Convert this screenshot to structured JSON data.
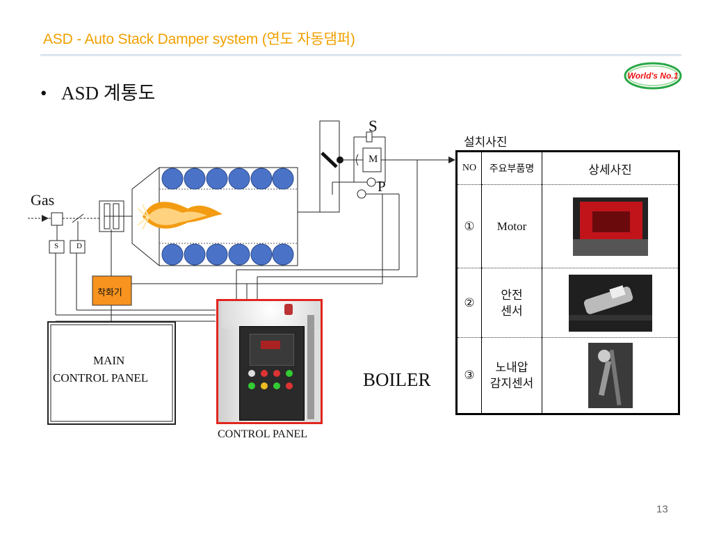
{
  "slide": {
    "title": "ASD - Auto Stack Damper system (연도 자동댐퍼)",
    "bullet": "ASD 계통도",
    "logo_text": "World's No.1",
    "page_number": "13"
  },
  "diagram": {
    "gas_label": "Gas",
    "s_small": "S",
    "d_small": "D",
    "igniter_label": "착화기",
    "main_panel_line1": "MAIN",
    "main_panel_line2": "CONTROL PANEL",
    "control_panel_caption": "CONTROL PANEL",
    "boiler_label": "BOILER",
    "s_label": "S",
    "m_label": "M",
    "p_label": "P",
    "install_photo_label": "설치사진"
  },
  "parts_table": {
    "headers": [
      "NO",
      "주요부품명",
      "상세사진"
    ],
    "rows": [
      {
        "no": "①",
        "name_line1": "Motor",
        "name_line2": ""
      },
      {
        "no": "②",
        "name_line1": "안전",
        "name_line2": "센서"
      },
      {
        "no": "③",
        "name_line1": "노내압",
        "name_line2": "감지센서"
      }
    ]
  },
  "colors": {
    "title": "#f0a000",
    "tube_fill": "#4a73c8",
    "igniter_fill": "#f7931e",
    "panel_border": "#e0261e",
    "flame": "#f39c12"
  }
}
